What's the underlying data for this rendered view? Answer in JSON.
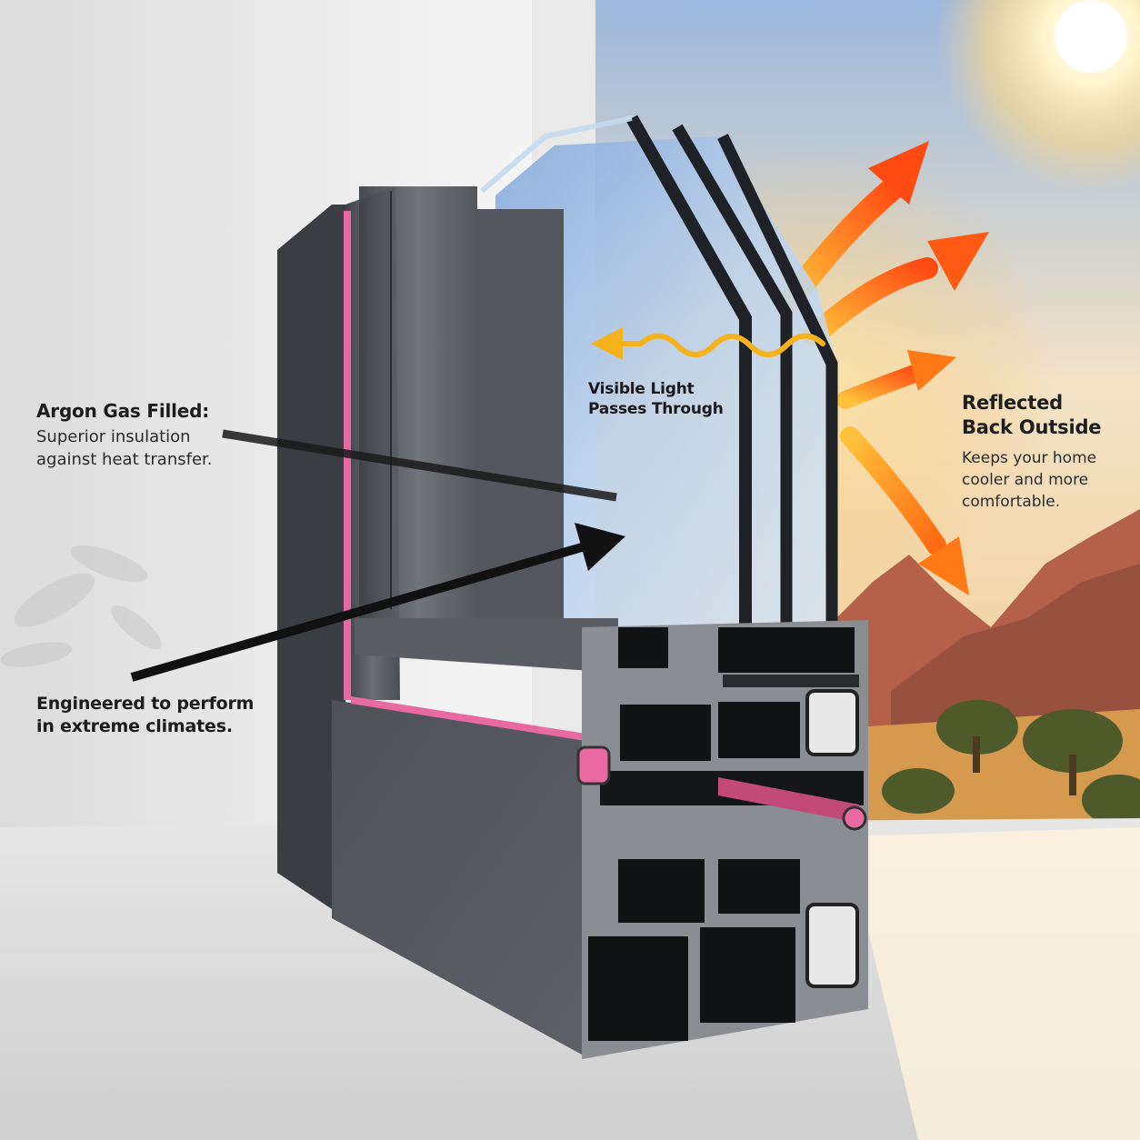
{
  "callouts": {
    "argon": {
      "title": "Argon Gas Filled:",
      "line1": "Superior insulation",
      "line2": "against heat transfer."
    },
    "engineered": {
      "line1": "Engineered to perform",
      "line2": "in extreme climates."
    },
    "visible_light": {
      "line1": "Visible Light",
      "line2": "Passes Through"
    },
    "reflected": {
      "title_line1": "Reflected",
      "title_line2": "Back Outside",
      "line1": "Keeps your home",
      "line2": "cooler and more",
      "line3": "comfortable."
    }
  },
  "colors": {
    "frame": "#4a4d52",
    "frame_dark": "#2c2e31",
    "gasket": "#e86aa0",
    "glass": "#a9c7e8",
    "heat_arrow": "#ff6a1a",
    "light_arrow": "#f6b21a",
    "sun": "#fff3c0",
    "mountain": "#b5614a"
  }
}
